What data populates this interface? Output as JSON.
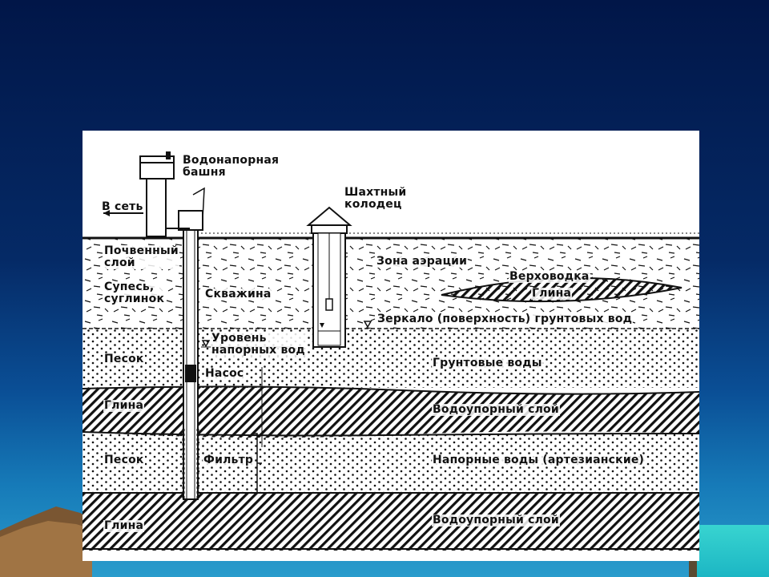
{
  "slide": {
    "background_top": "#011648",
    "background_bottom": "#2a9ccc"
  },
  "diagram": {
    "labels": {
      "tower": "Водонапорная\nбашня",
      "to_network": "В сеть",
      "mine_well": "Шахтный\nколодец",
      "soil_layer": "Почвенный\nслой",
      "sandy_loam": "Супесь,\nсуглинок",
      "borehole": "Скважина",
      "aeration_zone": "Зона аэрации",
      "perched_water": "Верховодка",
      "clay_lens": "Глина",
      "water_table": "Зеркало (поверхность) грунтовых вод",
      "pressure_level": "Уровень\nнапорных вод",
      "pump": "Насос",
      "sand_1": "Песок",
      "groundwater": "Грунтовые воды",
      "clay_1": "Глина",
      "aquitard_1": "Водоупорный слой",
      "sand_2": "Песок",
      "filter": "Фильтр",
      "pressure_water": "Напорные воды (артезианские)",
      "clay_2": "Глина",
      "aquitard_2": "Водоупорный слой"
    },
    "colors": {
      "ink": "#111111",
      "paper": "#ffffff"
    }
  }
}
